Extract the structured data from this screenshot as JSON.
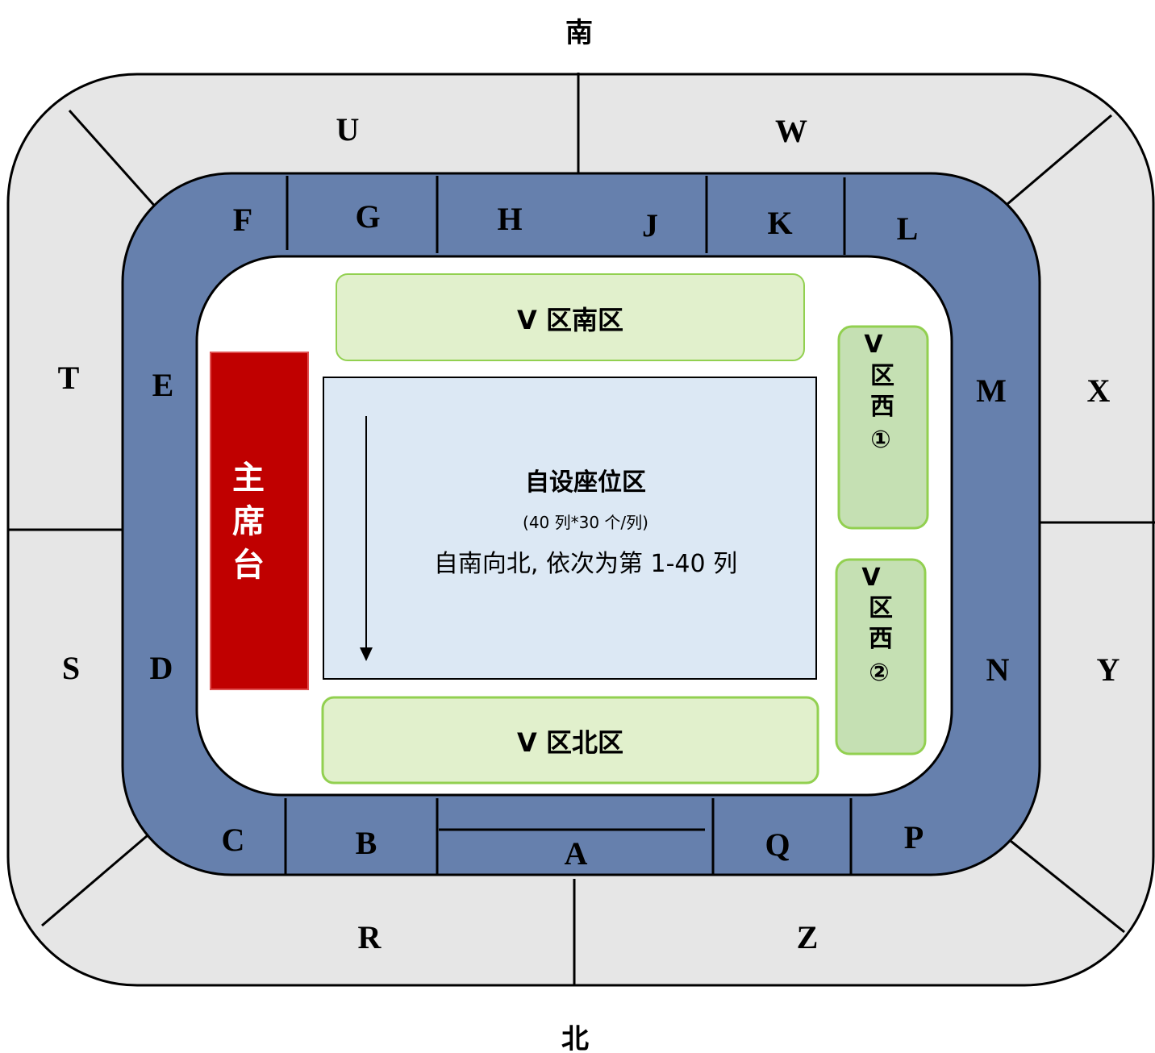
{
  "compass": {
    "south": "南",
    "north": "北"
  },
  "outer_ring": [
    "U",
    "W",
    "X",
    "Y",
    "Z",
    "R",
    "S",
    "T"
  ],
  "inner_ring": {
    "south_row": [
      "F",
      "G",
      "H",
      "J",
      "K",
      "L"
    ],
    "east": [
      "M",
      "N"
    ],
    "north_row": [
      "C",
      "B",
      "A",
      "Q",
      "P"
    ],
    "west": [
      "E",
      "D"
    ]
  },
  "field": {
    "presidium": [
      "主",
      "席",
      "台"
    ],
    "v_south": "V 区南区",
    "v_north": "V 区北区",
    "v_west_1": [
      "V",
      "区",
      "西",
      "①"
    ],
    "v_west_2": [
      "V",
      "区",
      "西",
      "②"
    ],
    "custom_zone": {
      "title": "自设座位区",
      "subtitle": "(40 列*30 个/列)",
      "description": "自南向北, 依次为第 1-40 列"
    }
  },
  "colors": {
    "outer_ring": "#e6e6e6",
    "inner_ring": "#6680ad",
    "presidium": "#c00000",
    "v_zone_fill": "#e1f0cc",
    "v_zone_border": "#92d050",
    "custom_zone_fill": "#dce8f4"
  }
}
